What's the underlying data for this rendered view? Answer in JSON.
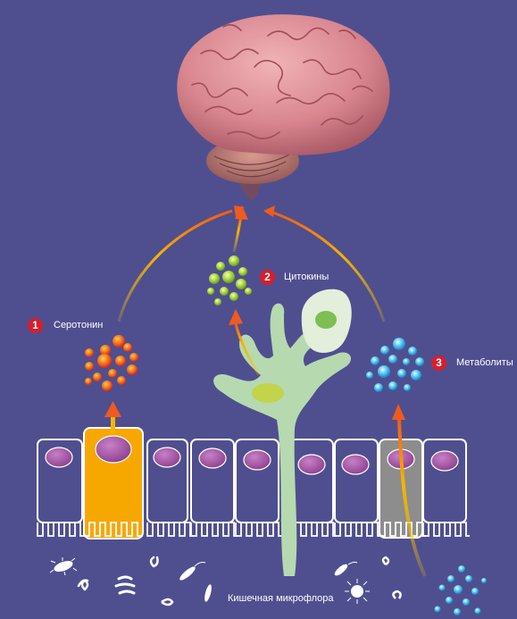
{
  "labels": {
    "serotonin": "Серотонин",
    "cytokines": "Цитокины",
    "metabolites": "Метаболиты",
    "microflora": "Кишечная микрофлора"
  },
  "badges": {
    "one": "1",
    "two": "2",
    "three": "3"
  },
  "icons": [
    "brain-icon",
    "dendritic-cell-icon",
    "bacteria-icon"
  ],
  "colors": {
    "background": "#4f4f8f",
    "badge": "#d81e2a",
    "serotonin": "#f05a1e",
    "cytokines": "#8dc63f",
    "metabolites": "#29a8e0",
    "enterochromaffin_cell": "#f7a800",
    "brain": "#d98b92",
    "cell_nucleus": "#9a4a9a",
    "immune_cell": "#b7d9b0"
  }
}
